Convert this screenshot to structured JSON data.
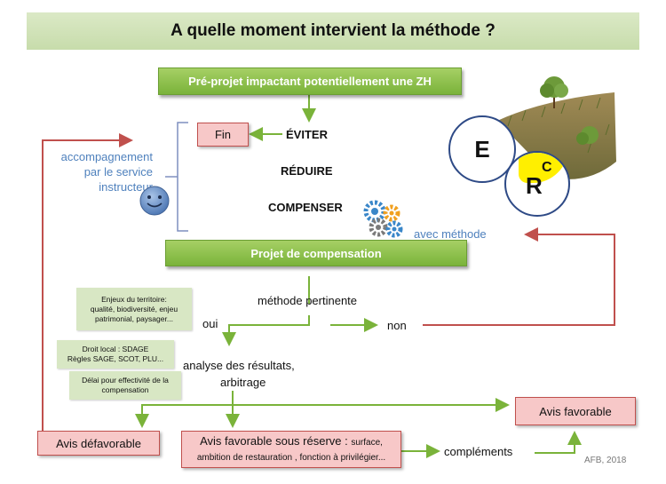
{
  "title": "A quelle moment intervient la méthode ?",
  "preprojet": "Pré-projet impactant potentiellement une ZH",
  "fin": "Fin",
  "eviter": "ÉVITER",
  "reduire": "RÉDUIRE",
  "compenser": "COMPENSER",
  "accompagnement": [
    "accompagnement",
    "par le service",
    "instructeur"
  ],
  "avec_methode": "avec méthode",
  "projet_compensation": "Projet de compensation",
  "methode_pertinente": "méthode pertinente",
  "oui": "oui",
  "non": "non",
  "notes": {
    "enjeux": [
      "Enjeux du territoire:",
      "qualité, biodiversité, enjeu",
      "patrimonial, paysager..."
    ],
    "droit": [
      "Droit local : SDAGE",
      "Règles SAGE, SCOT, PLU..."
    ],
    "delai": [
      "Délai pour effectivité de la",
      "compensation"
    ]
  },
  "analyse": [
    "analyse des résultats,",
    "arbitrage"
  ],
  "avis_favorable": "Avis favorable",
  "avis_defavorable": "Avis défavorable",
  "avis_reserve": {
    "main": "Avis favorable sous réserve :",
    "rest1": "surface,",
    "rest2": "ambition de restauration , fonction à privilégier..."
  },
  "complements": "compléments",
  "erc": {
    "e": "E",
    "r": "R",
    "c": "C"
  },
  "credit": "AFB, 2018",
  "colors": {
    "green": "#7ab33a",
    "red_line": "#c0504d",
    "blue_text": "#4f81bd",
    "circle_border": "#2e4a86",
    "yellow": "#ffef00"
  }
}
